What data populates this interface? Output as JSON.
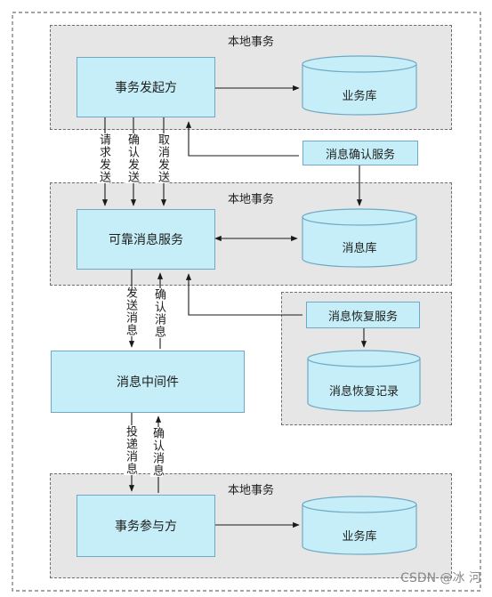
{
  "regions": {
    "initiator_region": "本地事务",
    "service_region": "本地事务",
    "participant_region": "本地事务"
  },
  "nodes": {
    "initiator": "事务发起方",
    "biz_db_top": "业务库",
    "confirm_service": "消息确认服务",
    "reliable_service": "可靠消息服务",
    "message_db": "消息库",
    "recovery_service": "消息恢复服务",
    "recovery_record": "消息恢复记录",
    "middleware": "消息中间件",
    "participant": "事务参与方",
    "biz_db_bottom": "业务库"
  },
  "edge_labels": {
    "request_send": "请求发送",
    "confirm_send": "确认发送",
    "cancel_send": "取消发送",
    "send_message": "发送消息",
    "confirm_message_1": "确认消息",
    "deliver_message": "投递消息",
    "confirm_message_2": "确认消息"
  },
  "watermark": "CSDN @冰 河",
  "colors": {
    "box_fill": "#c6eef8",
    "box_border": "#6fa9c4",
    "region_fill": "#e6e6e6",
    "arrow": "#1a1a1a"
  }
}
